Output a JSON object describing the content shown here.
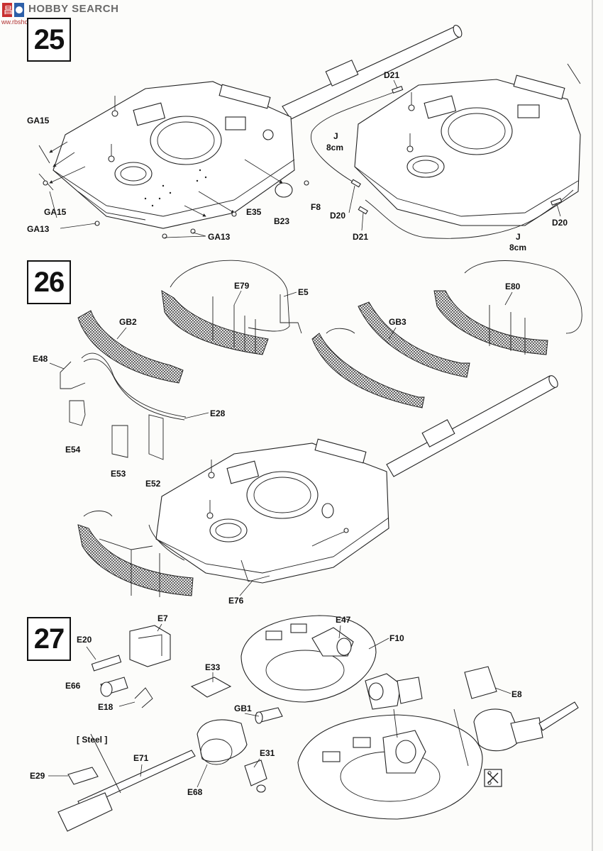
{
  "watermark": {
    "brand": "HOBBY SEARCH",
    "glyph": "昌",
    "sub": "ww.rbshop.com"
  },
  "steps": [
    {
      "number": "25"
    },
    {
      "number": "26"
    },
    {
      "number": "27"
    }
  ],
  "labels": {
    "ga15_top": "GA15",
    "ga15_bottom": "GA15",
    "ga13_left": "GA13",
    "ga13_right": "GA13",
    "e35": "E35",
    "b23": "B23",
    "f8": "F8",
    "d21_top": "D21",
    "j_left": "J",
    "j_left_len": "8cm",
    "d20_left": "D20",
    "d21_bottom": "D21",
    "j_right": "J",
    "j_right_len": "8cm",
    "d20_right": "D20",
    "e79": "E79",
    "e5": "E5",
    "gb2": "GB2",
    "e48": "E48",
    "e28": "E28",
    "e54": "E54",
    "e53": "E53",
    "e52": "E52",
    "gb3": "GB3",
    "e80": "E80",
    "e76": "E76",
    "e7": "E7",
    "e20": "E20",
    "e66": "E66",
    "e18": "E18",
    "e33": "E33",
    "gb1": "GB1",
    "e31": "E31",
    "e68": "E68",
    "e47": "E47",
    "f10": "F10",
    "e8": "E8",
    "steel": "[ Steel ]",
    "e29": "E29",
    "e71": "E71"
  },
  "icons": {
    "cut": "cut-icon"
  }
}
